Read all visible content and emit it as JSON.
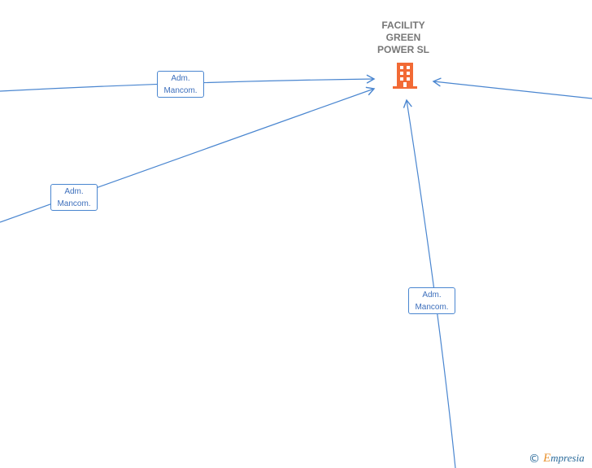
{
  "center_node": {
    "name": "FACILITY\nGREEN\nPOWER  SL",
    "icon": "building-icon",
    "icon_color": "#f26a35"
  },
  "edge_color": "#4a86d0",
  "edges": [
    {
      "label_line1": "Adm.",
      "label_line2": "Mancom."
    },
    {
      "label_line1": "Adm.",
      "label_line2": "Mancom."
    },
    {
      "label_line1": "Adm.",
      "label_line2": "Mancom."
    }
  ],
  "watermark": {
    "symbol": "©",
    "brand_initial": "E",
    "brand_rest": "mpresia"
  }
}
